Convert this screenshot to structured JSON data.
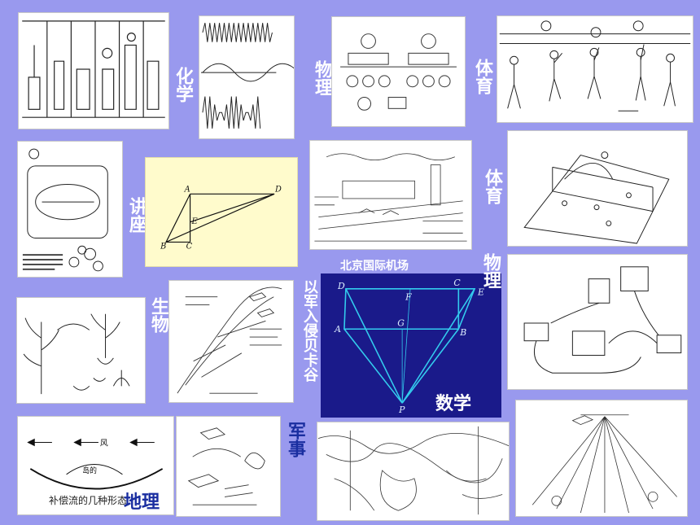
{
  "colors": {
    "background": "#9999ee",
    "label_text": "#ffffff",
    "label_navy": "#1a2ea0",
    "math_panel": "#1a1a8a",
    "math_lines": "#33ccee"
  },
  "labels": {
    "chemistry": "化学",
    "physics_top": "物理",
    "pe_top": "体育",
    "lecture": "讲座",
    "pe_mid": "体育",
    "airport": "北京国际机场",
    "physics_right": "物理",
    "biology": "生物",
    "beqaa": "以军入侵贝卡谷",
    "math": "数学",
    "military": "军事",
    "geography": "地理"
  },
  "figure_text": {
    "geo_caption": "补偿流的几种形态",
    "geo_wind": "风",
    "geo_island": "岛的",
    "triangle_points": [
      "A",
      "D",
      "E",
      "B",
      "C"
    ],
    "pyramid_points": [
      "D",
      "C",
      "F",
      "E",
      "A",
      "G",
      "B",
      "P"
    ]
  }
}
